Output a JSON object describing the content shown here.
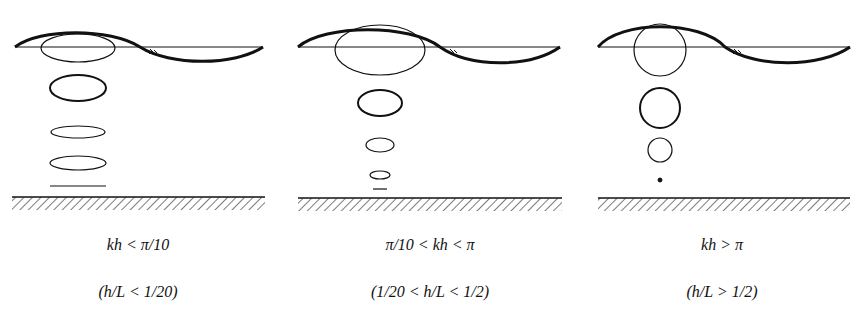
{
  "diagram": {
    "labels": [
      "kh < π/10",
      "(h/L < 1/20)",
      "π/10 < kh < π",
      "(1/20 < h/L < 1/2)",
      "kh > π",
      "(h/L > 1/2)"
    ]
  }
}
